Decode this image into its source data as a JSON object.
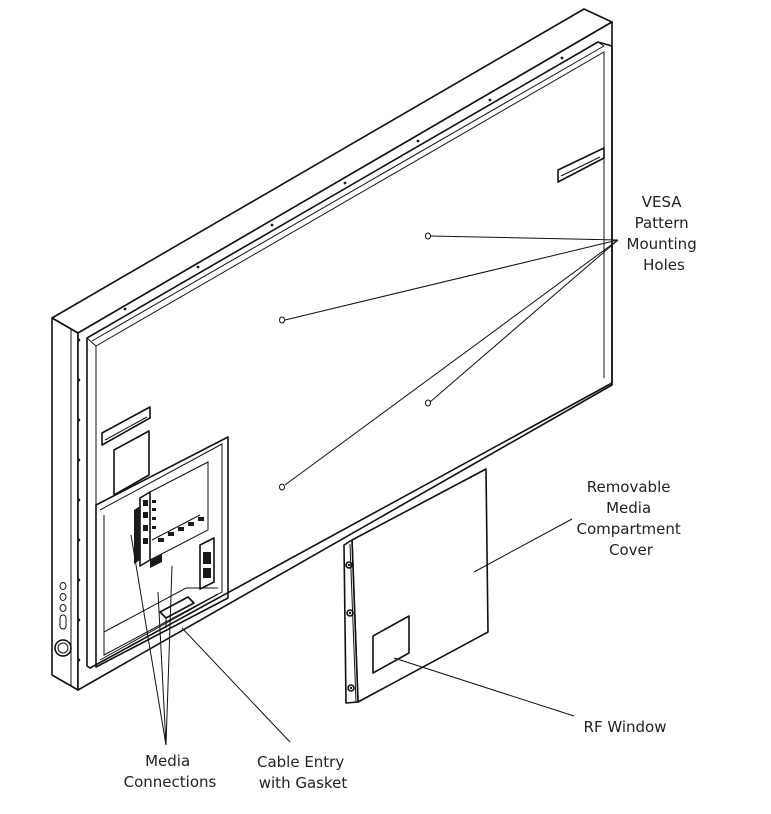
{
  "labels": {
    "vesa": [
      "VESA",
      "Pattern",
      "Mounting",
      "Holes"
    ],
    "cover": [
      "Removable",
      "Media",
      "Compartment",
      "Cover"
    ],
    "rf_window": "RF Window",
    "media": [
      "Media",
      "Connections"
    ],
    "cable": [
      "Cable Entry",
      "with Gasket"
    ]
  },
  "colors": {
    "line": "#111111",
    "text": "#222222",
    "background": "#ffffff"
  }
}
